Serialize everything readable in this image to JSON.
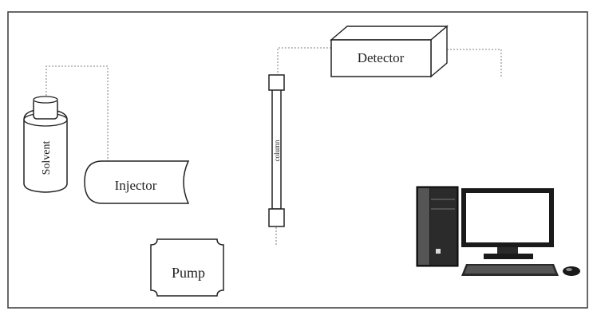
{
  "components": {
    "solvent": {
      "label": "Solvent"
    },
    "injector": {
      "label": "Injector"
    },
    "pump": {
      "label": "Pump"
    },
    "column": {
      "label": "column"
    },
    "detector": {
      "label": "Detector"
    },
    "computer": {
      "label": ""
    }
  },
  "colors": {
    "line": "#222222",
    "dotted": "#9a9a9a",
    "monitor_screen": "#ffffff",
    "computer_dark": "#1a1a1a"
  }
}
